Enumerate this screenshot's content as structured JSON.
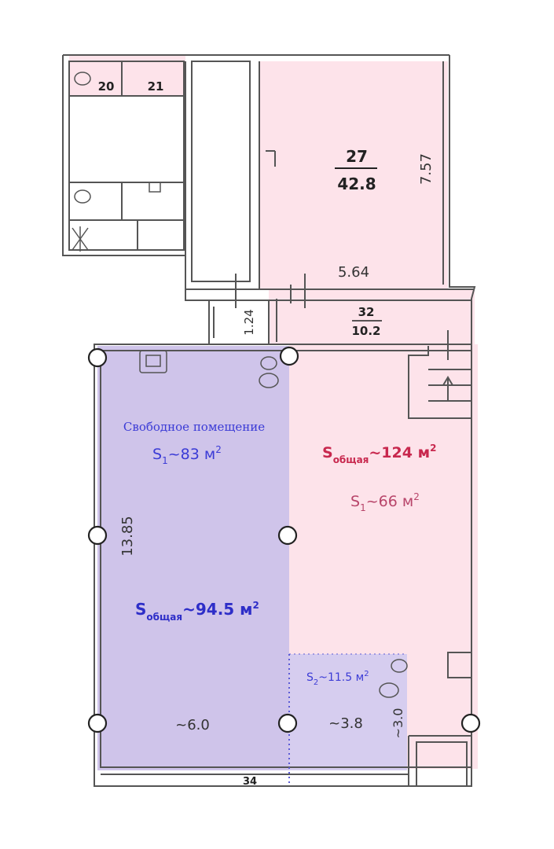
{
  "rooms": {
    "r20": {
      "number": "20"
    },
    "r21": {
      "number": "21"
    },
    "r27": {
      "number": "27",
      "area": "42.8",
      "dim_height": "7.57",
      "dim_width": "5.64"
    },
    "r32": {
      "number": "32",
      "area": "10.2",
      "dim_corridor": "1.24"
    },
    "r34": {
      "number": "34"
    }
  },
  "free_space": {
    "title": "Свободное помещение",
    "s1_main": "S",
    "s1_sub": "1",
    "s1_value": "~83 м",
    "s1_sup": "2",
    "total_main": "S",
    "total_sub": "общая",
    "total_value": "~94.5 м",
    "total_sup": "2",
    "dim_height": "13.85",
    "dim_width": "~6.0"
  },
  "right_space": {
    "total_main": "S",
    "total_sub": "общая",
    "total_value": "~124 м",
    "total_sup": "2",
    "s1_main": "S",
    "s1_sub": "1",
    "s1_value": "~66 м",
    "s1_sup": "2"
  },
  "small_space": {
    "s2_main": "S",
    "s2_sub": "2",
    "s2_value": "~11.5 м",
    "s2_sup": "2",
    "dim_width": "~3.8",
    "dim_height": "~3.0"
  },
  "colors": {
    "pink": "#fde3ea",
    "purple": "#cfc4ea",
    "wall": "#555555",
    "blue_text": "#3b3bd6",
    "red_text": "#c8284e",
    "pink_text": "#b8456a"
  }
}
